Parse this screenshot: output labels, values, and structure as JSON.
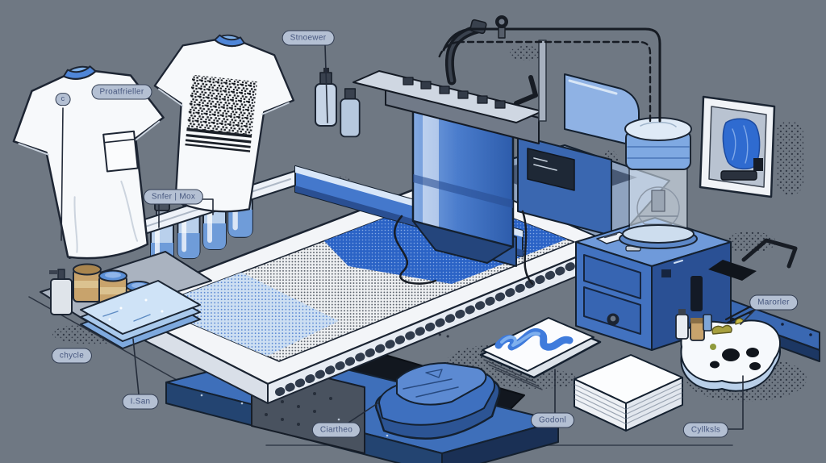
{
  "labels": {
    "c_tag": "c",
    "shirt_tag": "Proatfrieller",
    "sprayer_tag": "Stnoewer",
    "ink_tag": "Snfer | Mox",
    "chycle_tag": "chycle",
    "pad_tag": "I.San",
    "clothes_tag": "Ciartheo",
    "folded_shirt_tag": "Godonl",
    "palette_tag": "Cyllksls",
    "tools_tag": "Marorler"
  },
  "colors": {
    "background": "#6f7883",
    "outline_ink": "#1d2634",
    "machine_blue": "#3e6fba",
    "bright_ink_blue": "#2b63c6",
    "light_blue": "#cfe2f6",
    "navy_shadow": "#1c3763",
    "label_fill": "#b4c0d3",
    "label_text": "#46567e",
    "shirt_white": "#f7f9fb",
    "collar_blue": "#4f86d8",
    "jar_tan": "#c8a36c",
    "lever_yellow": "#e8c621"
  }
}
